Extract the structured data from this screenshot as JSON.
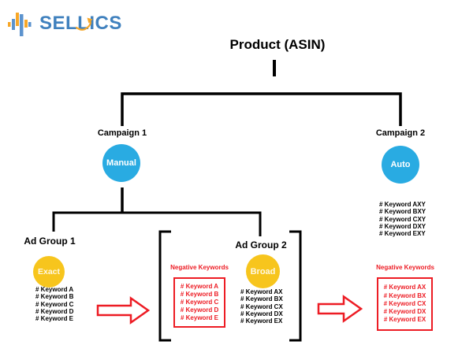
{
  "logo": {
    "brand": "SELLICS",
    "icon": "equalizer-bars-icon",
    "swoosh_icon": "orange-swoosh-arrow-icon",
    "blue": "#4081BE",
    "orange": "#F7A728"
  },
  "title": "Product (ASIN)",
  "colors": {
    "campaign_node": "#29ABE2",
    "adgroup_node": "#F7C51D",
    "negative_red": "#ED1C24",
    "connector": "#000000"
  },
  "tree": {
    "campaign1": {
      "label": "Campaign 1",
      "type": "Manual"
    },
    "campaign2": {
      "label": "Campaign 2",
      "type": "Auto",
      "keywords": [
        "# Keyword AXY",
        "# Keyword BXY",
        "# Keyword CXY",
        "# Keyword DXY",
        "# Keyword EXY"
      ]
    },
    "adgroup1": {
      "label": "Ad Group 1",
      "match": "Exact",
      "keywords": [
        "# Keyword A",
        "# Keyword B",
        "# Keyword C",
        "# Keyword D",
        "# Keyword E"
      ]
    },
    "adgroup2": {
      "label": "Ad Group 2",
      "match": "Broad",
      "keywords": [
        "# Keyword AX",
        "# Keyword BX",
        "# Keyword CX",
        "# Keyword DX",
        "# Keyword EX"
      ]
    },
    "negative_mid": {
      "label": "Negative Keywords",
      "keywords": [
        "# Keyword A",
        "# Keyword B",
        "# Keyword C",
        "# Keyword D",
        "# Keyword E"
      ]
    },
    "negative_right": {
      "label": "Negative Keywords",
      "keywords": [
        "# Keyword AX",
        "# Keyword BX",
        "# Keyword CX",
        "# Keyword DX",
        "# Keyword EX"
      ]
    }
  }
}
